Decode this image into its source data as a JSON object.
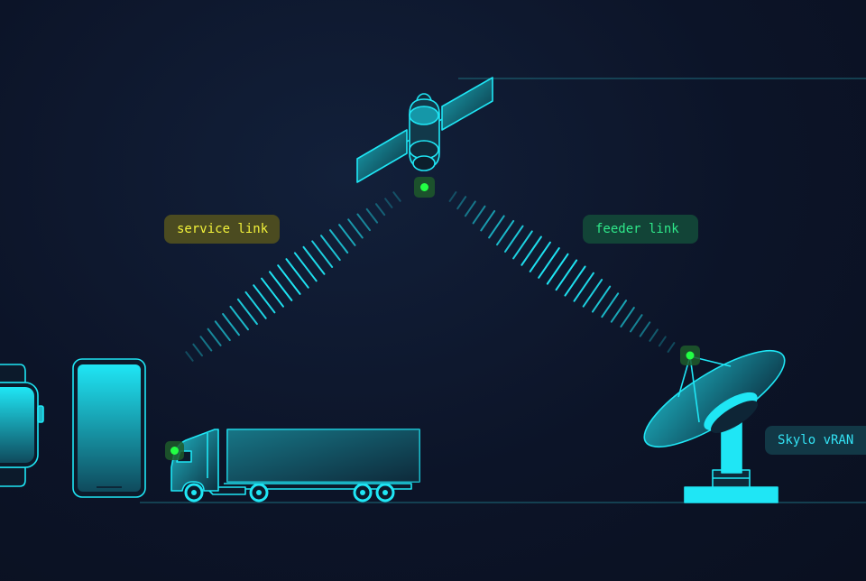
{
  "labels": {
    "service_link": "service link",
    "feeder_link": "feeder link",
    "vran": "Skylo vRAN"
  },
  "colors": {
    "background": "#0c1326",
    "cyan": "#1fe6f5",
    "green_node": "#22ff44",
    "service_tag_bg": "#4b4b20",
    "service_tag_text": "#f2f23a",
    "feeder_tag_bg": "#124437",
    "feeder_tag_text": "#2fe88a",
    "vran_tag_bg": "#123846",
    "vran_tag_text": "#33e3f5"
  },
  "icons": [
    "satellite-icon",
    "smartwatch-icon",
    "smartphone-icon",
    "truck-icon",
    "satellite-dish-icon"
  ]
}
